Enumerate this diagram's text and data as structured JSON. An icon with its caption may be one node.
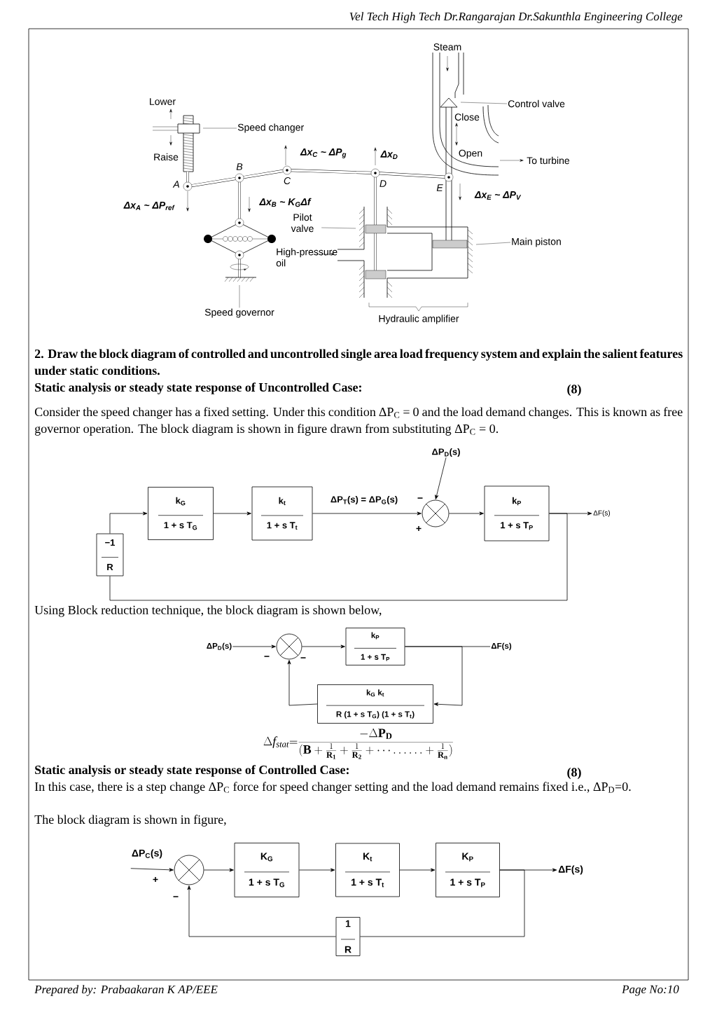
{
  "diagram": {
    "nodes": [
      {
        "text": [
          "Speed changer"
        ]
      },
      {
        "text": [
          "Control valve"
        ]
      },
      {
        "text": [
          "Pilot valve"
        ]
      },
      {
        "text": [
          "Main piston"
        ]
      },
      {
        "text": [
          "Speed governor"
        ]
      },
      {
        "text": [
          "ΔP$_{D}$(s)"
        ]
      },
      {
        "text": [
          "k$_{G}$",
          "1 + s T$_{G}$"
        ]
      },
      {
        "text": [
          "k$_{t}$",
          "1 + s T$_{t}$"
        ]
      },
      {
        "text": [],
        "shape": "circle",
        "beside": [
          "−",
          "+"
        ]
      },
      {
        "text": [
          "k$_{P}$",
          "1 + s T$_{P}$"
        ]
      },
      {
        "text": [
          "ΔF(s)"
        ]
      },
      {
        "text": [
          "−1",
          "R"
        ]
      },
      {
        "text": [
          "ΔP$_{D}$(s)"
        ]
      },
      {
        "text": [],
        "shape": "circle",
        "beside": [
          "−",
          "−"
        ]
      },
      {
        "text": [
          "k$_{P}$",
          "1 + s T$_{P}$"
        ]
      },
      {
        "text": [
          "ΔF(s)"
        ]
      },
      {
        "text": [
          "k$_{G}$ k$_{t}$",
          "R (1 + s T$_{G}$) (1 + s T$_{t}$)"
        ]
      },
      {
        "text": [
          "ΔP$_{C}$(s)"
        ]
      },
      {
        "text": [],
        "shape": "circle",
        "beside": [
          "+",
          "−"
        ]
      },
      {
        "text": [
          "K$_{G}$",
          "1 + s T$_{G}$"
        ]
      },
      {
        "text": [
          "K$_{t}$",
          "1 + s T$_{t}$"
        ]
      },
      {
        "text": [
          "K$_{P}$",
          "1 + s T$_{P}$"
        ]
      },
      {
        "text": [
          "ΔF(s)"
        ]
      },
      {
        "text": [
          "1",
          "R"
        ]
      }
    ],
    "edges": [
      {
        "from": 0,
        "to": null,
        "arrow": "none"
      },
      {
        "from": 1,
        "to": null,
        "arrow": "none"
      },
      {
        "from": 2,
        "to": null,
        "arrow": "none"
      },
      {
        "from": 3,
        "to": null,
        "arrow": "none"
      },
      {
        "from": 4,
        "to": null,
        "arrow": "none"
      },
      {
        "from": 11,
        "to": 6,
        "arrow": "to"
      },
      {
        "from": 6,
        "to": 7,
        "arrow": "to"
      },
      {
        "from": 7,
        "to": 8,
        "arrow": "to",
        "label": "ΔP$_{T}$(s) = ΔP$_{G}$(s)"
      },
      {
        "from": 5,
        "to": 8,
        "arrow": "to"
      },
      {
        "from": 8,
        "to": 9,
        "arrow": "to"
      },
      {
        "from": 9,
        "to": 10,
        "arrow": "to"
      },
      {
        "from": 9,
        "to": 11,
        "arrow": "none"
      },
      {
        "from": 12,
        "to": 13,
        "arrow": "to"
      },
      {
        "from": 13,
        "to": 14,
        "arrow": "to"
      },
      {
        "from": 14,
        "to": 15,
        "arrow": "none"
      },
      {
        "from": 14,
        "to": 16,
        "arrow": "to"
      },
      {
        "from": 16,
        "to": 13,
        "arrow": "to"
      },
      {
        "from": 17,
        "to": 18,
        "arrow": "to"
      },
      {
        "from": 18,
        "to": 19,
        "arrow": "to"
      },
      {
        "from": 19,
        "to": 20,
        "arrow": "to"
      },
      {
        "from": 20,
        "to": 21,
        "arrow": "to"
      },
      {
        "from": 21,
        "to": 22,
        "arrow": "to"
      },
      {
        "from": 21,
        "to": 23,
        "arrow": "none"
      },
      {
        "from": 23,
        "to": 18,
        "arrow": "to"
      }
    ],
    "labels": [
      "Vel Tech High Tech Dr.Rangarajan Dr.Sakunthla Engineering College",
      "Steam",
      "Lower",
      "Close",
      "Raise",
      "Δx$_{C}$ ~ ΔP$_{g}$",
      "Δx$_{D}$",
      "Open",
      "To turbine",
      "B",
      "A",
      "C",
      "D",
      "E",
      "Δx$_{E}$ ~ ΔP$_{V}$",
      "Δx$_{A}$ ~ ΔP$_{ref}$",
      "Δx$_{B}$ ~ K$_{G}$Δf",
      "High-pressure oil",
      "Hydraulic amplifier",
      "2. Draw the block diagram of controlled and uncontrolled single area load frequency system and explain the salient features under static conditions.",
      "Static analysis or steady state response of Uncontrolled Case:",
      "(8)",
      "Consider the speed changer has a fixed setting. Under this condition ΔP$_{C}$ = 0 and the load demand changes. This is known as free governor operation. The block diagram is shown in figure drawn from substituting ΔP$_{C}$ = 0.",
      "Using Block reduction technique, the block diagram is shown below,",
      "\\Delta \\mathbf{\\mathit{f}}_{\\mathit{stat}}\\mathbf{=}\\frac{-\\Delta \\mathbf{P_D}}{(\\mathbf{B}+\\frac{1}{\\mathbf{R_1}}+\\frac{1}{\\mathbf{R_2}}+\\cdots\\ldots\\ldots+\\frac{1}{\\mathbf{R_n}})}",
      "Static analysis or steady state response of Controlled Case:",
      "(8)",
      "In this case, there is a step change ΔP$_{C}$ force for speed changer setting and the load demand remains fixed i.e., ΔP$_{D}$=0.",
      "The block diagram is shown in figure,",
      "Prepared by: Prabaakaran K AP/EEE",
      "Page No:10"
    ]
  }
}
